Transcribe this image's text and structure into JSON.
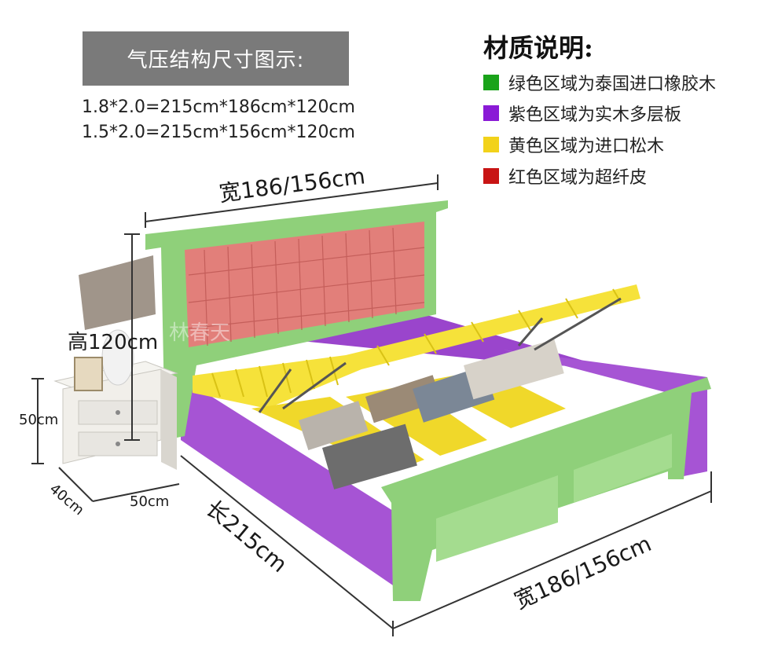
{
  "header": {
    "title": "气压结构尺寸图示:",
    "sizes": [
      "1.8*2.0=215cm*186cm*120cm",
      "1.5*2.0=215cm*156cm*120cm"
    ]
  },
  "legend": {
    "title": "材质说明:",
    "items": [
      {
        "label": "绿色区域为泰国进口橡胶木",
        "color": "#1aa31a"
      },
      {
        "label": "紫色区域为实木多层板",
        "color": "#8a1ad6"
      },
      {
        "label": "黄色区域为进口松木",
        "color": "#f2d21a"
      },
      {
        "label": "红色区域为超纤皮",
        "color": "#c81414"
      }
    ]
  },
  "dimensions": {
    "width_top": "宽186/156cm",
    "height": "高120cm",
    "length": "长215cm",
    "width_bottom": "宽186/156cm",
    "nightstand_height": "50cm",
    "nightstand_depth": "40cm",
    "nightstand_width": "50cm"
  },
  "watermark": "林春天"
}
